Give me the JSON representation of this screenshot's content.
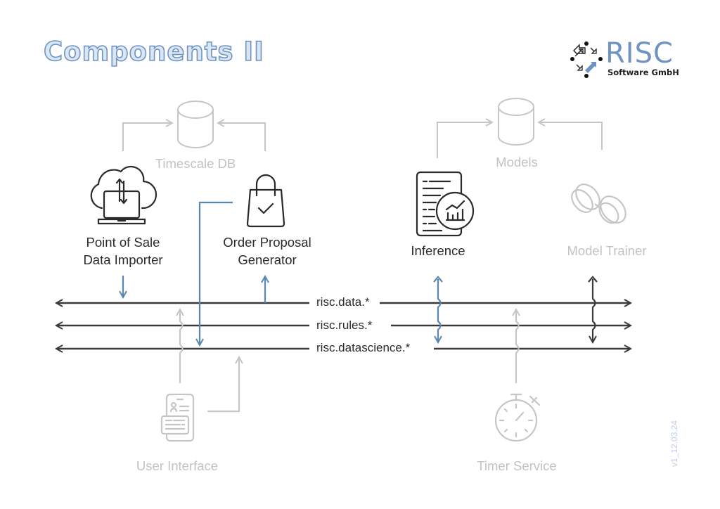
{
  "header": {
    "title": "Components II",
    "logo": {
      "name": "RISC",
      "subtitle": "Software GmbH",
      "icon": "risc-arrows-logo-icon"
    }
  },
  "colors": {
    "accent_blue": "#5a86b3",
    "dark_line": "#3a3a3a",
    "inactive_gray": "#c6c6c6",
    "title_fill": "#dbe6f3",
    "title_stroke": "#6f94c3"
  },
  "storages": [
    {
      "id": "timescale-db",
      "label": "Timescale DB",
      "icon": "database-icon",
      "state": "inactive"
    },
    {
      "id": "models",
      "label": "Models",
      "icon": "database-icon",
      "state": "inactive"
    }
  ],
  "components": [
    {
      "id": "pos-importer",
      "label_line1": "Point of Sale",
      "label_line2": "Data Importer",
      "icon": "cloud-laptop-sync-icon",
      "state": "active"
    },
    {
      "id": "order-proposal",
      "label_line1": "Order Proposal",
      "label_line2": "Generator",
      "icon": "shopping-bag-check-icon",
      "state": "active"
    },
    {
      "id": "inference",
      "label_line1": "Inference",
      "icon": "report-chart-icon",
      "state": "active"
    },
    {
      "id": "model-trainer",
      "label_line1": "Model Trainer",
      "icon": "dumbbell-icon",
      "state": "inactive"
    },
    {
      "id": "user-interface",
      "label_line1": "User Interface",
      "icon": "mobile-ui-icon",
      "state": "inactive"
    },
    {
      "id": "timer-service",
      "label_line1": "Timer Service",
      "icon": "stopwatch-icon",
      "state": "inactive"
    }
  ],
  "topics": [
    {
      "label": "risc.data.*"
    },
    {
      "label": "risc.rules.*"
    },
    {
      "label": "risc.datascience.*"
    }
  ],
  "version": "v1_12.03.24"
}
